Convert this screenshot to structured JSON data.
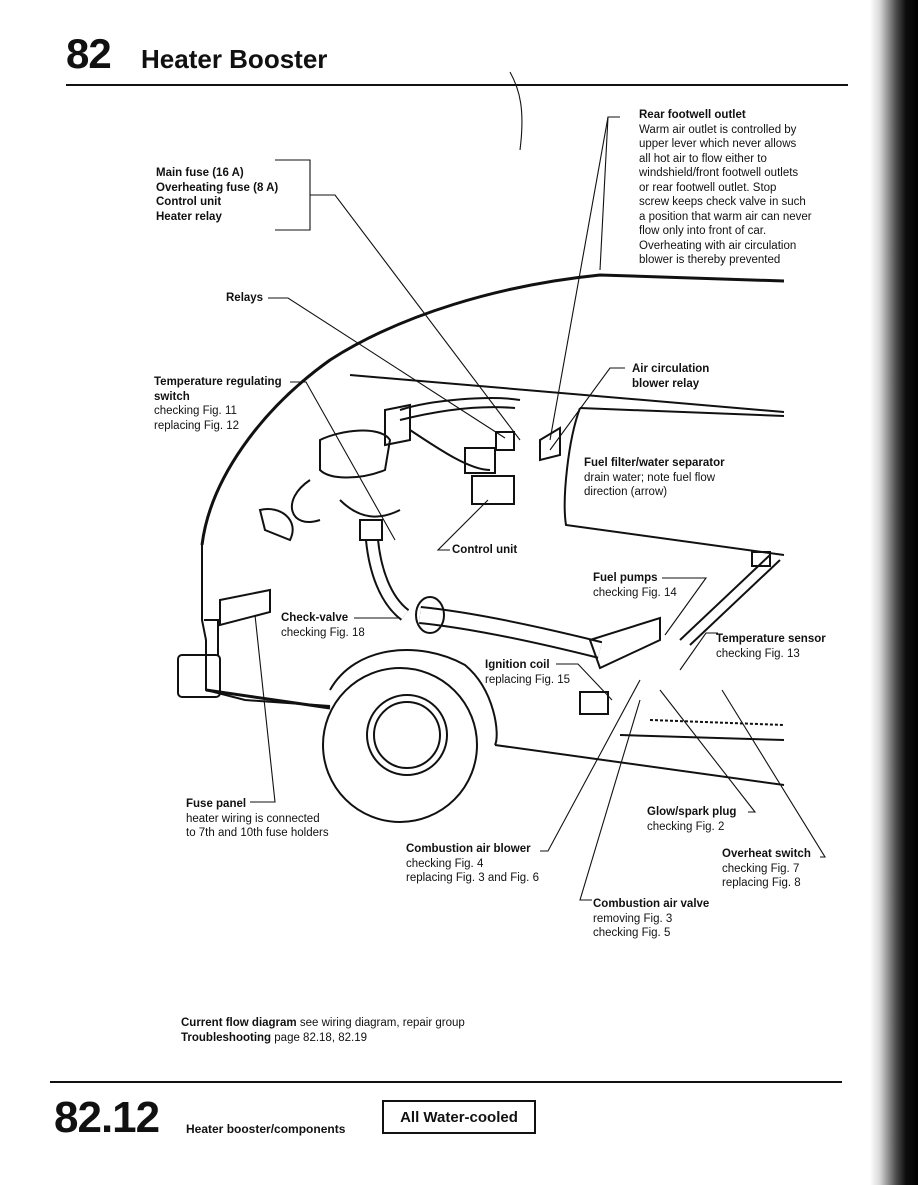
{
  "header": {
    "chapter": "82",
    "title": "Heater Booster"
  },
  "labels": {
    "fuse_group": [
      "Main fuse (16 A)",
      "Overheating fuse (8 A)",
      "Control unit",
      "Heater relay"
    ],
    "rear_footwell": {
      "title": "Rear footwell outlet",
      "lines": [
        "Warm air outlet is controlled by",
        "upper lever which never allows",
        "all hot air to flow either to",
        "windshield/front footwell outlets",
        "or rear footwell outlet. Stop",
        "screw keeps check valve in such",
        "a position that warm air can never",
        "flow only into front of car.",
        "Overheating with air circulation",
        "blower is thereby prevented"
      ]
    },
    "relays": "Relays",
    "temp_switch": {
      "title1": "Temperature regulating",
      "title2": "switch",
      "l1": "checking Fig. 11",
      "l2": "replacing Fig. 12"
    },
    "air_circ_relay": {
      "l1": "Air circulation",
      "l2": "blower relay"
    },
    "fuel_filter": {
      "title": "Fuel filter/water separator",
      "l1": "drain water; note fuel flow",
      "l2": "direction (arrow)"
    },
    "control_unit": "Control unit",
    "fuel_pumps": {
      "title": "Fuel pumps",
      "l1": "checking Fig. 14"
    },
    "check_valve": {
      "title": "Check-valve",
      "l1": "checking Fig. 18"
    },
    "temp_sensor": {
      "title": "Temperature sensor",
      "l1": "checking Fig. 13"
    },
    "ignition_coil": {
      "title": "Ignition coil",
      "l1": "replacing Fig. 15"
    },
    "fuse_panel": {
      "title": "Fuse panel",
      "l1": "heater wiring is connected",
      "l2": "to 7th and 10th fuse holders"
    },
    "glow_plug": {
      "title": "Glow/spark plug",
      "l1": "checking Fig. 2"
    },
    "combustion_blower": {
      "title": "Combustion air blower",
      "l1": "checking Fig. 4",
      "l2": "replacing Fig. 3 and Fig. 6"
    },
    "overheat_switch": {
      "title": "Overheat switch",
      "l1": "checking Fig. 7",
      "l2": "replacing Fig. 8"
    },
    "combustion_valve": {
      "title": "Combustion air valve",
      "l1": "removing Fig. 3",
      "l2": "checking Fig. 5"
    }
  },
  "notes": {
    "flow_bold": "Current flow diagram",
    "flow_text": " see wiring diagram, repair group",
    "trouble_bold": "Troubleshooting",
    "trouble_text": " page 82.18, 82.19"
  },
  "footer": {
    "page": "82.12",
    "subtitle": "Heater booster/components",
    "badge": "All Water-cooled"
  }
}
